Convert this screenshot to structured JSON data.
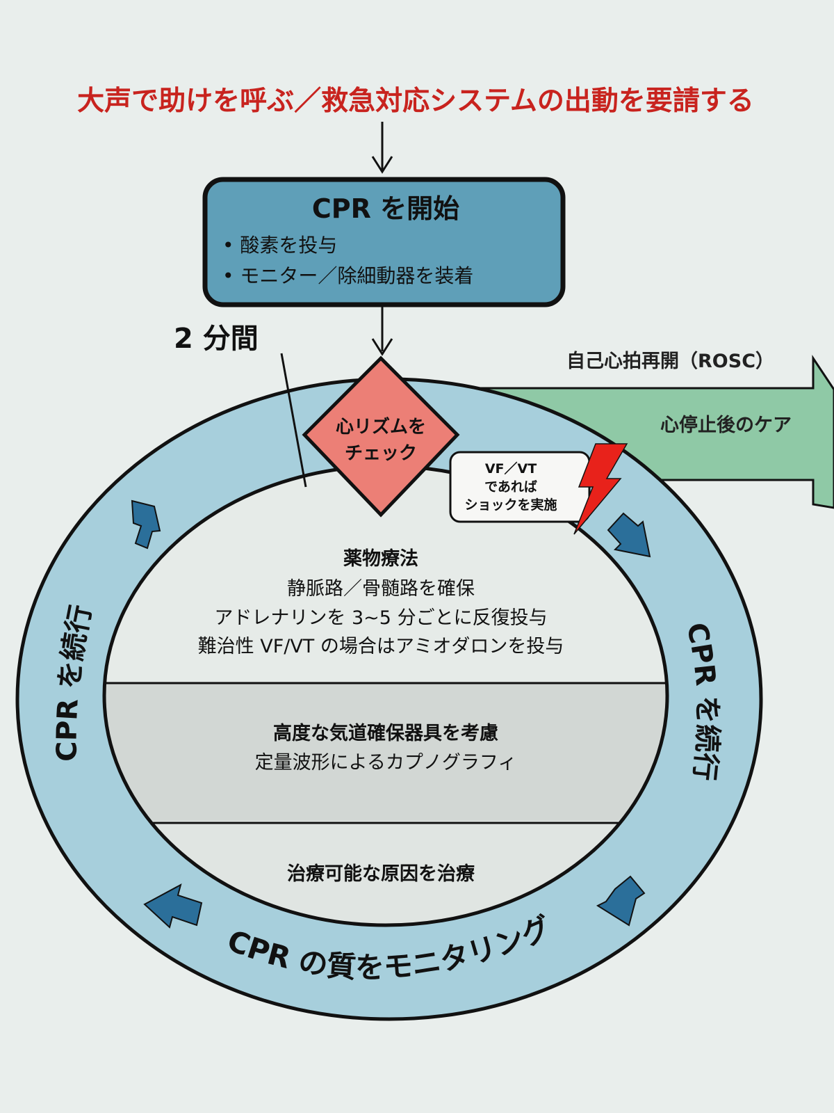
{
  "header": {
    "call_help": "大声で助けを呼ぶ／救急対応システムの出動を要請する"
  },
  "start_box": {
    "title": "CPR を開始",
    "bullets": [
      "• 酸素を投与",
      "• モニター／除細動器を装着"
    ]
  },
  "two_min_label": "2 分間",
  "rhythm_check": {
    "line1": "心リズムを",
    "line2": "チェック"
  },
  "rosc": {
    "label": "自己心拍再開（ROSC）",
    "arrow_label": "心停止後のケア"
  },
  "shock": {
    "line1": "VF／VT",
    "line2": "であれば",
    "line3": "ショックを実施"
  },
  "ring": {
    "left": "CPR を続行",
    "right": "CPR を続行",
    "bottom": "CPR の質をモニタリング"
  },
  "center": {
    "drug": {
      "title": "薬物療法",
      "lines": [
        "静脈路／骨髄路を確保",
        "アドレナリンを 3~5 分ごとに反復投与",
        "難治性 VF/VT の場合はアミオダロンを投与"
      ]
    },
    "airway": {
      "title": "高度な気道確保器具を考慮",
      "line": "定量波形によるカプノグラフィ"
    },
    "causes": {
      "title": "治療可能な原因を治療"
    }
  },
  "colors": {
    "title_red": "#c8231e",
    "box_blue": "#5f9fb8",
    "ring_blue": "#a7cfdc",
    "diamond": "#ec7f76",
    "rosc_green": "#8fc9a6",
    "arrow_blue": "#2b6f9a",
    "shock_red": "#e8221b"
  }
}
